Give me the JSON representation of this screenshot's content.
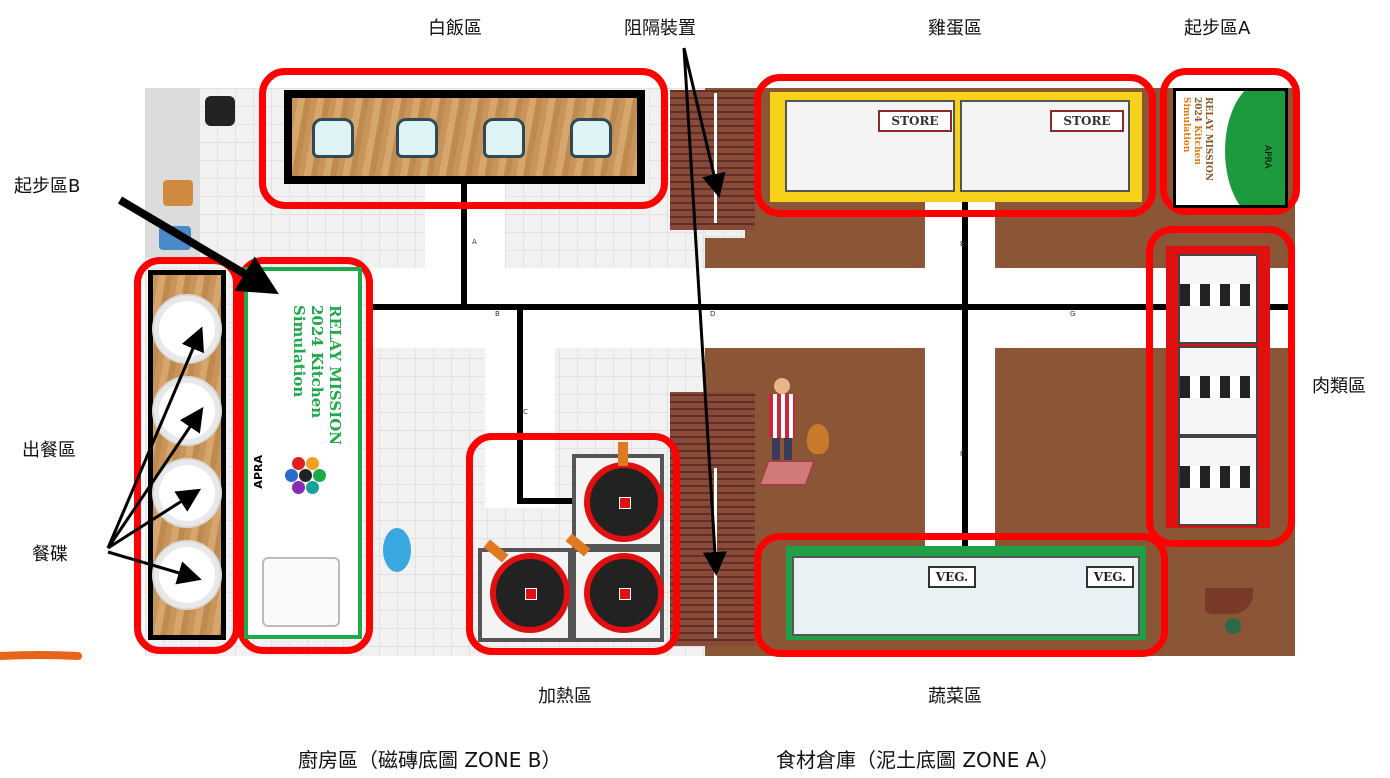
{
  "labels": {
    "rice_zone": "白飯區",
    "barrier": "阻隔裝置",
    "egg_zone": "雞蛋區",
    "start_a": "起步區A",
    "start_b": "起步區B",
    "meat_zone": "肉類區",
    "serving_zone": "出餐區",
    "plates": "餐碟",
    "heating_zone": "加熱區",
    "vegetable_zone": "蔬菜區",
    "kitchen_area": "廚房區（磁磚底圖 ZONE B）",
    "storage_area": "食材倉庫（泥土底圖 ZONE A）"
  },
  "sign_a": {
    "line1": "RELAY MISSION",
    "line2": "2024",
    "line3": "Kitchen",
    "line4": "Simulation",
    "brand": "APRA"
  },
  "sign_b": {
    "line1": "RELAY MISSION",
    "line2": "2024",
    "line3": "Kitchen",
    "line4": "Simulation",
    "brand": "APRA"
  },
  "store_signs": [
    "STORE",
    "STORE"
  ],
  "veg_signs": [
    "VEG.",
    "VEG."
  ],
  "line_markers": [
    "A",
    "B",
    "C",
    "D",
    "E",
    "F",
    "G"
  ],
  "colors": {
    "highlight": "#ff0000",
    "track": "#000000",
    "sign_green": "#1faa4a",
    "tile": "#f1f1f1",
    "dirt": "#8a5636"
  }
}
